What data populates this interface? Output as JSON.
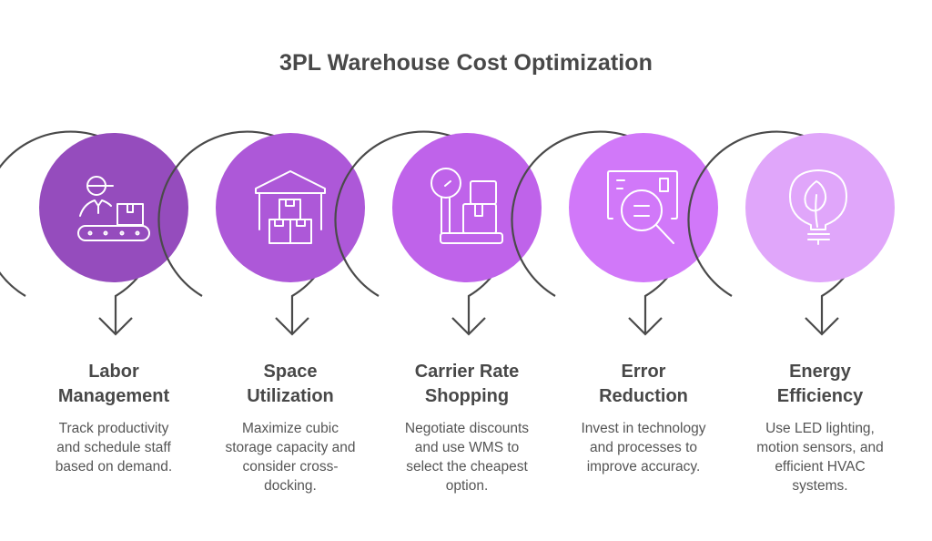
{
  "title": "3PL Warehouse Cost Optimization",
  "steps": [
    {
      "title_line1": "Labor",
      "title_line2": "Management",
      "desc_lines": [
        "Track productivity",
        "and schedule staff",
        "based on demand.",
        ""
      ],
      "icon": "worker-conveyor-icon",
      "color": "#954CBD"
    },
    {
      "title_line1": "Space",
      "title_line2": "Utilization",
      "desc_lines": [
        "Maximize cubic",
        "storage capacity and",
        "consider cross-",
        "docking."
      ],
      "icon": "warehouse-boxes-icon",
      "color": "#AD58D8"
    },
    {
      "title_line1": "Carrier Rate",
      "title_line2": "Shopping",
      "desc_lines": [
        "Negotiate discounts",
        "and use WMS to",
        "select the cheapest",
        "option."
      ],
      "icon": "scale-package-icon",
      "color": "#BF63EA"
    },
    {
      "title_line1": "Error",
      "title_line2": "Reduction",
      "desc_lines": [
        "Invest in technology",
        "and processes to",
        "improve accuracy.",
        ""
      ],
      "icon": "document-magnifier-icon",
      "color": "#D178F9"
    },
    {
      "title_line1": "Energy",
      "title_line2": "Efficiency",
      "desc_lines": [
        "Use LED lighting,",
        "motion sensors, and",
        "efficient HVAC",
        "systems."
      ],
      "icon": "leaf-bulb-icon",
      "color": "#E0A6FA"
    }
  ],
  "colors": {
    "connector": "#4a4a4a",
    "icon_stroke": "#ffffff",
    "title_text": "#484848",
    "body_text": "#555555"
  }
}
